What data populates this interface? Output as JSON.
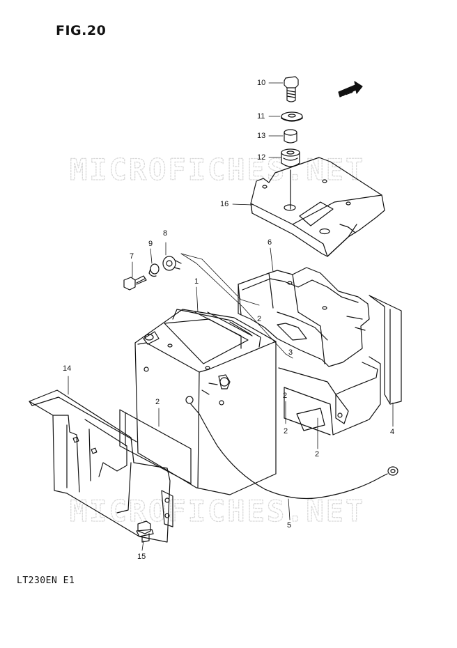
{
  "figure": {
    "title": "FIG.20",
    "model_code": "LT230EN E1"
  },
  "watermark": {
    "text": "MICROFICHES.NET"
  },
  "direction_marker": {
    "text": "FWD"
  },
  "callouts": [
    {
      "id": "c10",
      "label": "10"
    },
    {
      "id": "c11",
      "label": "11"
    },
    {
      "id": "c13",
      "label": "13"
    },
    {
      "id": "c12",
      "label": "12"
    },
    {
      "id": "c16",
      "label": "16"
    },
    {
      "id": "c8",
      "label": "8"
    },
    {
      "id": "c9",
      "label": "9"
    },
    {
      "id": "c7",
      "label": "7"
    },
    {
      "id": "c6",
      "label": "6"
    },
    {
      "id": "c1",
      "label": "1"
    },
    {
      "id": "c2a",
      "label": "2"
    },
    {
      "id": "c3",
      "label": "3"
    },
    {
      "id": "c14",
      "label": "14"
    },
    {
      "id": "c2b",
      "label": "2"
    },
    {
      "id": "c2c",
      "label": "2"
    },
    {
      "id": "c2d",
      "label": "2"
    },
    {
      "id": "c2e",
      "label": "2"
    },
    {
      "id": "c4",
      "label": "4"
    },
    {
      "id": "c5",
      "label": "5"
    },
    {
      "id": "c15",
      "label": "15"
    }
  ]
}
